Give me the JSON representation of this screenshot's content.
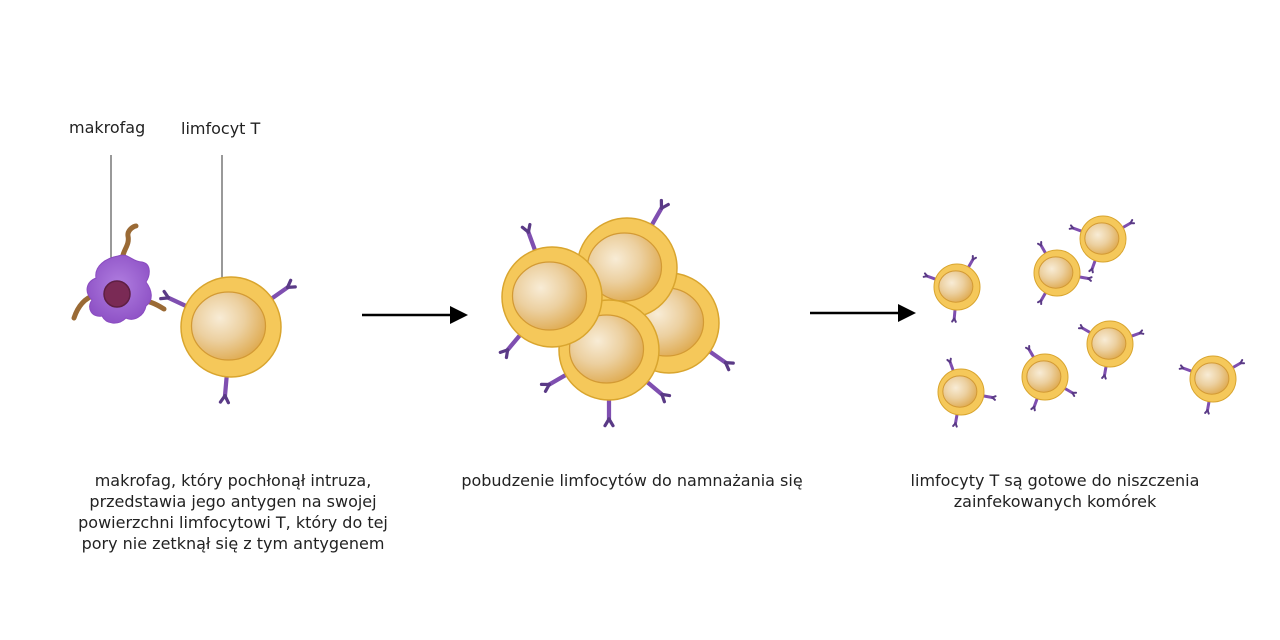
{
  "labels": {
    "macrophage": "makrofag",
    "t_cell": "limfocyt T"
  },
  "captions": {
    "step1": [
      "makrofag, który pochłonął intruza,",
      "przedstawia jego antygen na swojej",
      "powierzchni limfocytowi T, który do tej",
      "pory nie zetknął się z tym antygenem"
    ],
    "step2": [
      "pobudzenie limfocytów do namnażania się"
    ],
    "step3": [
      "limfocyty T są gotowe do niszczenia",
      "zainfekowanych komórek"
    ]
  },
  "colors": {
    "cell_outer": "#f5c85a",
    "cell_outer_stroke": "#d9a52e",
    "cell_nucleus": "#e3b04a",
    "cell_nucleus_light": "#f6e4c4",
    "receptor": "#7f4fb0",
    "receptor_dark": "#5a3a86",
    "macrophage": "#9b5fd0",
    "macrophage_core": "#7a2a55",
    "antigen": "#9a6a35",
    "arrow": "#000000",
    "leader_line": "#333333"
  }
}
